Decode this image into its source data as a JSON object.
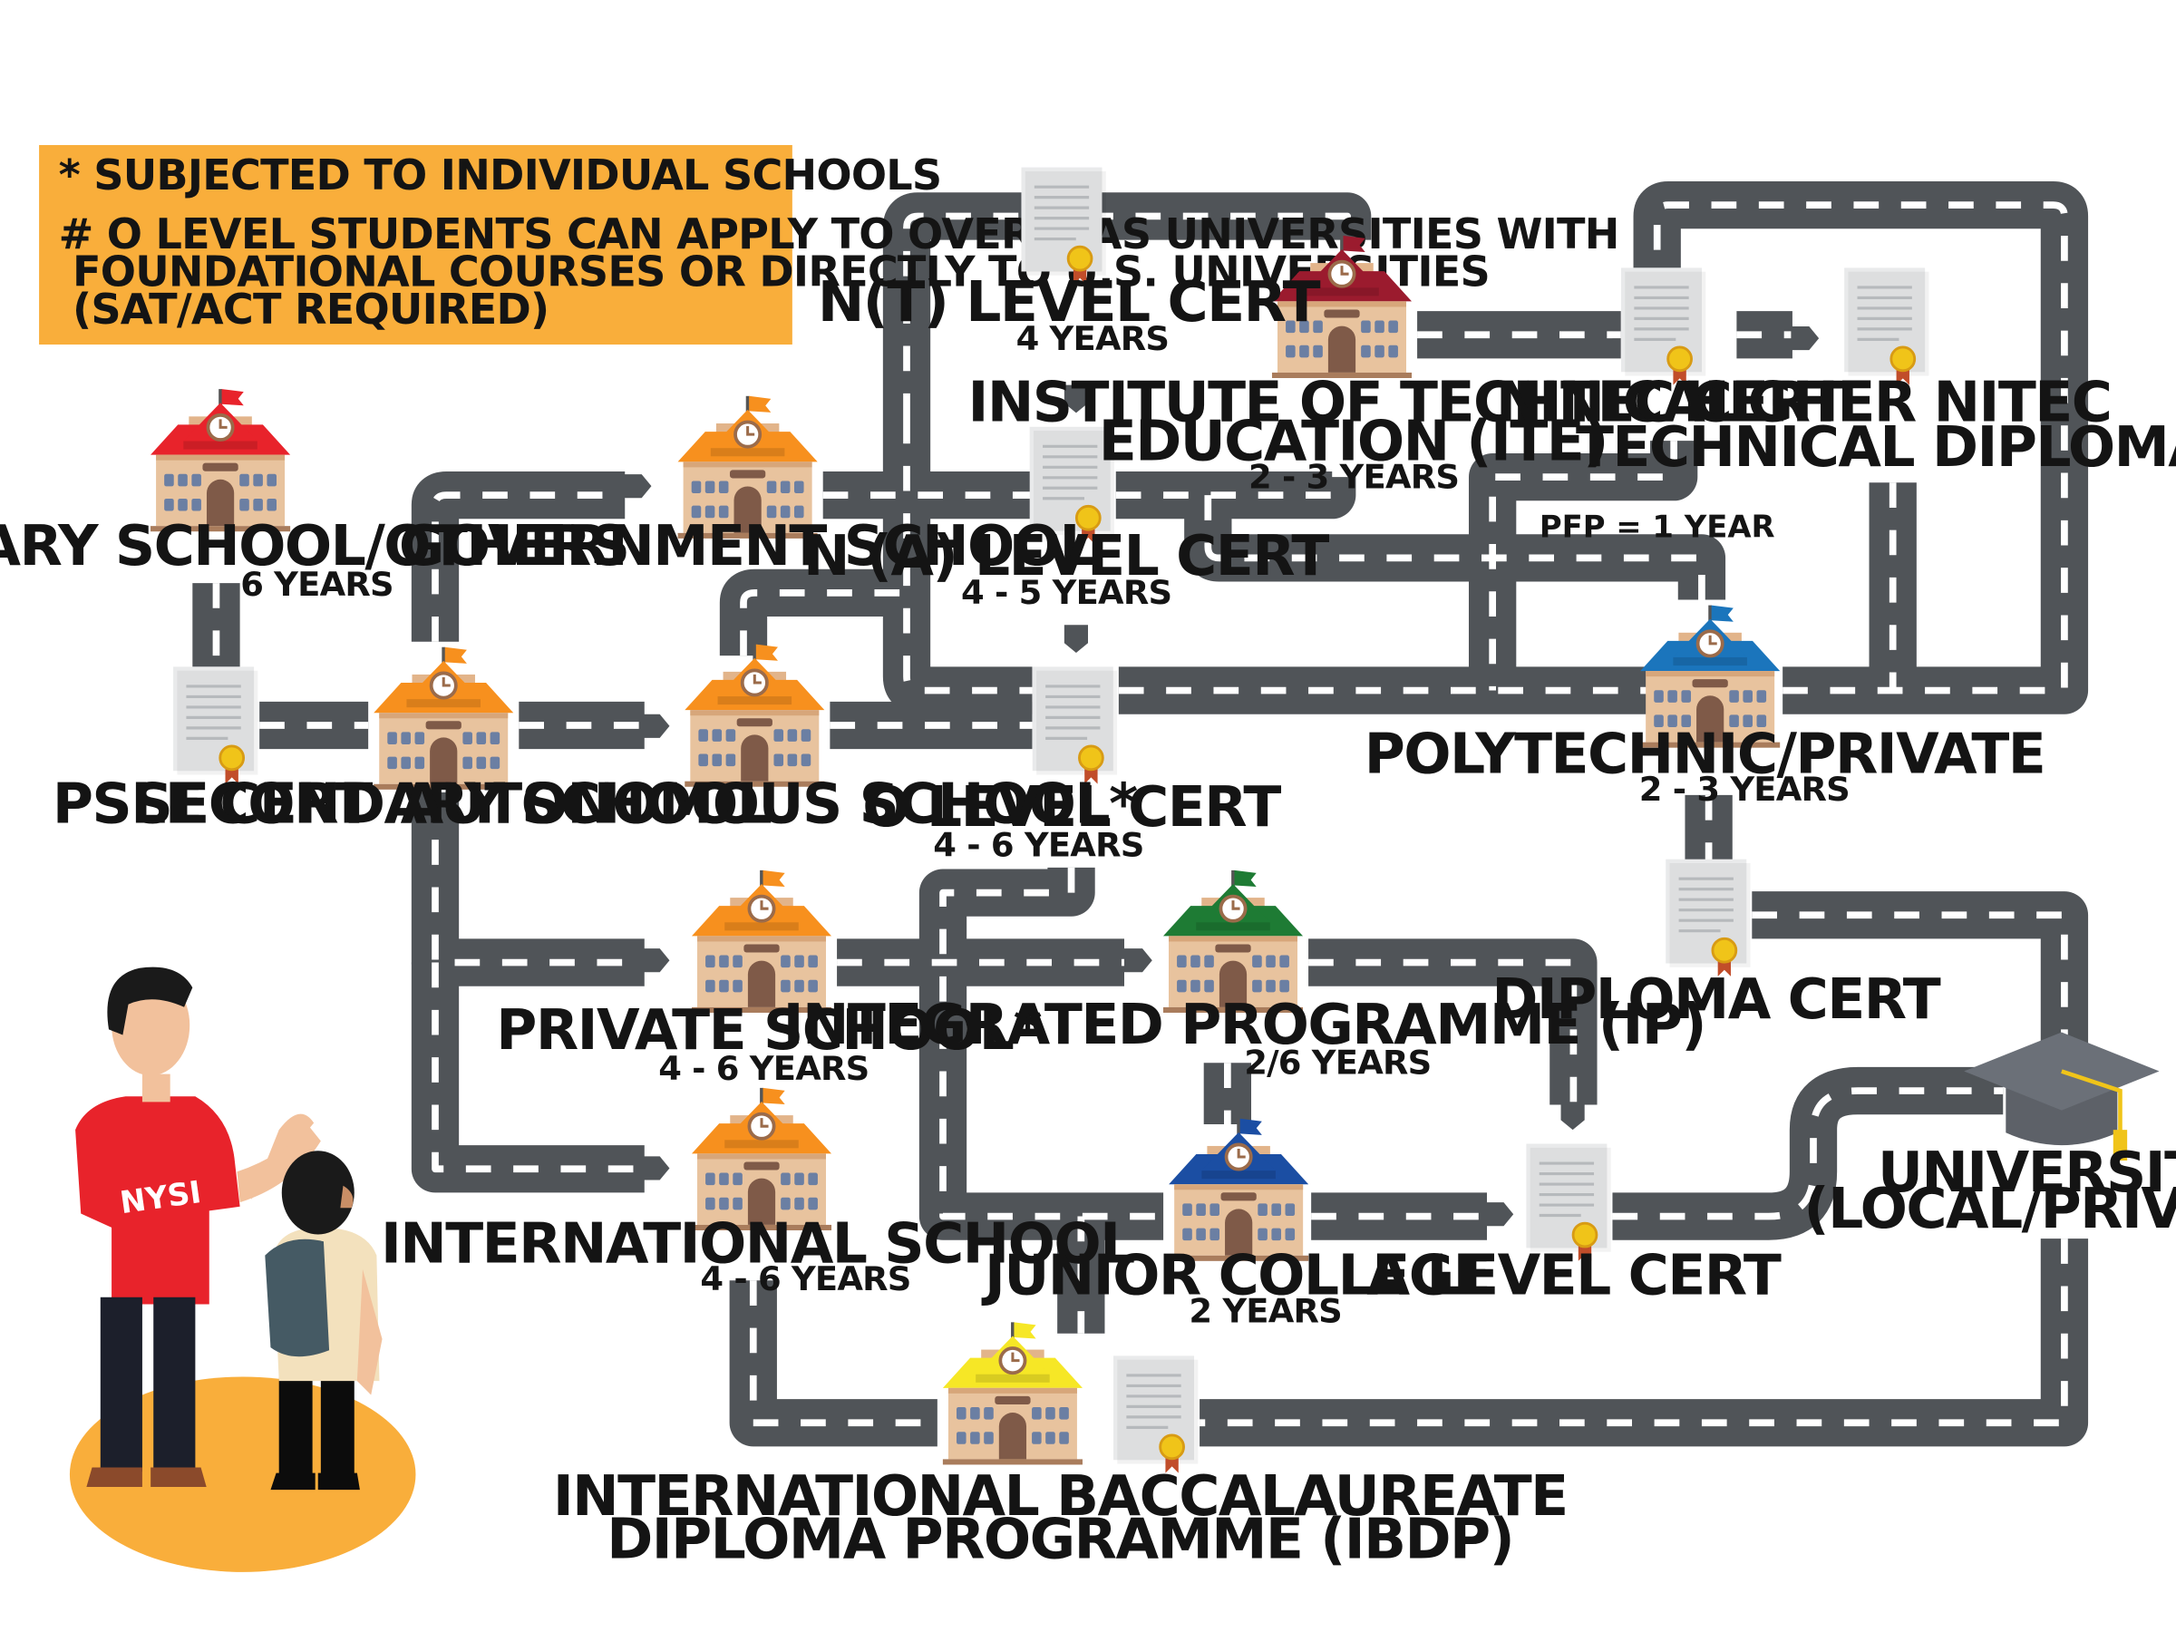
{
  "note": {
    "line1": "* SUBJECTED TO INDIVIDUAL SCHOOLS",
    "line2a": "# O LEVEL STUDENTS CAN APPLY TO OVERSEAS UNIVERSITIES WITH",
    "line2b": "FOUNDATIONAL COURSES OR DIRECTLY TO U.S. UNIVERSITIES",
    "line2c": "(SAT/ACT REQUIRED)"
  },
  "nodes": {
    "primary": {
      "label": "PRIMARY SCHOOL/OTHERS",
      "duration": "6 YEARS"
    },
    "psle": {
      "label": "PSLE CERT"
    },
    "secondary": {
      "label": "SECONDARY SCHOOL"
    },
    "government": {
      "label": "GOVERNMENT SCHOOL"
    },
    "autonomous": {
      "label": "AUTONOMOUS SCHOOL*"
    },
    "private": {
      "label": "PRIVATE SCHOOL*",
      "duration": "4 - 6 YEARS"
    },
    "international": {
      "label": "INTERNATIONAL SCHOOL",
      "duration": "4 - 6 YEARS"
    },
    "nt": {
      "label": "N(T) LEVEL CERT",
      "duration": "4 YEARS"
    },
    "na": {
      "label": "N (A) LEVEL CERT",
      "duration": "4 - 5 YEARS"
    },
    "olevel": {
      "label": "O LEVEL CERT",
      "duration": "4 - 6 YEARS"
    },
    "ite": {
      "label1": "INSTITUTE OF TECHNICAL",
      "label2": "EDUCATION (ITE)",
      "duration": "2 - 3 YEARS"
    },
    "nitec": {
      "label": "NITEC CERT"
    },
    "higher": {
      "label1": "HIGHER NITEC",
      "label2": "TECHNICAL DIPLOMA"
    },
    "pfp": {
      "label": "PFP = 1 YEAR"
    },
    "poly": {
      "label": "POLYTECHNIC/PRIVATE",
      "duration": "2 - 3 YEARS"
    },
    "diploma": {
      "label": "DIPLOMA CERT"
    },
    "ip": {
      "label": "INTEGRATED PROGRAMME (IP)",
      "duration": "2/6 YEARS"
    },
    "jc": {
      "label": "JUNIOR COLLEGE",
      "duration": "2 YEARS"
    },
    "alevel": {
      "label": "A LEVEL CERT"
    },
    "university": {
      "label1": "UNIVERSITY",
      "label2": "(LOCAL/PRIVATE)"
    },
    "ibdp": {
      "label1": "INTERNATIONAL BACCALAUREATE",
      "label2": "DIPLOMA PROGRAMME (IBDP)"
    }
  },
  "shirt_text": "NYSI",
  "colors": {
    "note_bg": "#f9ae3b",
    "road": "#505458",
    "primary_roof": "#e8232b",
    "orange_roof": "#f7901e",
    "ite_roof": "#9b1b2e",
    "poly_roof": "#1b75bc",
    "ip_roof": "#1e7b34",
    "jc_roof": "#1b4ea3",
    "ibdp_roof": "#f6e726",
    "shirt": "#e8232b",
    "platform": "#f9ae3b"
  },
  "icons": [
    "school-building-icon",
    "certificate-icon",
    "graduation-cap-icon",
    "arrow-right-icon",
    "arrow-down-icon"
  ]
}
